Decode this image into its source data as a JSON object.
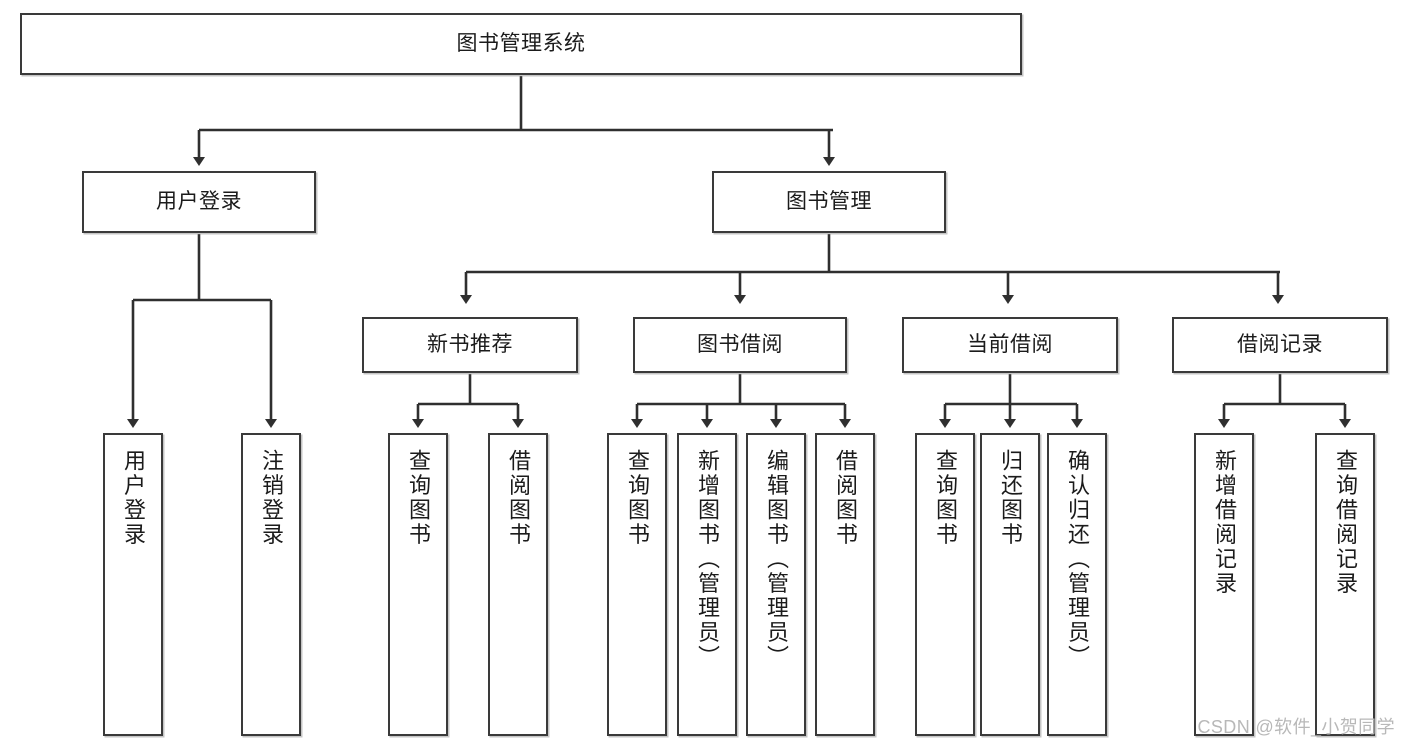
{
  "diagram": {
    "title": "图书管理系统",
    "watermark": "CSDN @软件_小贺同学",
    "colors": {
      "box_border": "#3a3a3a",
      "box_fill": "#ffffff",
      "line": "#2f2f2f",
      "text": "#1b1b1b",
      "watermark": "#b8b8b8",
      "background": "#ffffff"
    },
    "levels": {
      "root": {
        "label": "图书管理系统"
      },
      "level1": [
        {
          "label": "用户登录"
        },
        {
          "label": "图书管理"
        }
      ],
      "level2": [
        {
          "label": "新书推荐"
        },
        {
          "label": "图书借阅"
        },
        {
          "label": "当前借阅"
        },
        {
          "label": "借阅记录"
        }
      ],
      "leaves": {
        "user_login": [
          {
            "label": "用户登录"
          },
          {
            "label": "注销登录"
          }
        ],
        "new_book_recommend": [
          {
            "label": "查询图书"
          },
          {
            "label": "借阅图书"
          }
        ],
        "book_borrow": [
          {
            "label": "查询图书"
          },
          {
            "label": "新增图书（管理员）"
          },
          {
            "label": "编辑图书（管理员）"
          },
          {
            "label": "借阅图书"
          }
        ],
        "current_borrow": [
          {
            "label": "查询图书"
          },
          {
            "label": "归还图书"
          },
          {
            "label": "确认归还（管理员）"
          }
        ],
        "borrow_record": [
          {
            "label": "新增借阅记录"
          },
          {
            "label": "查询借阅记录"
          }
        ]
      }
    }
  }
}
